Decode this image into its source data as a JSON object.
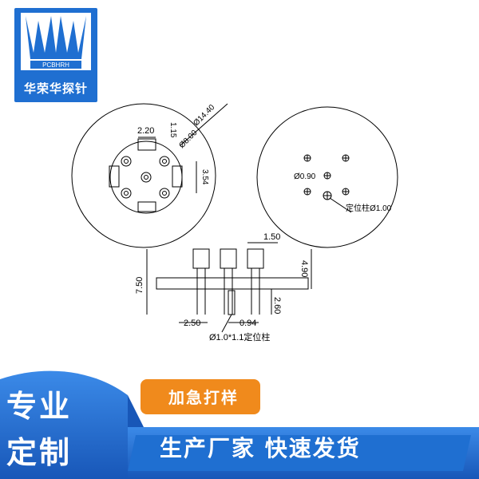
{
  "brand": {
    "logo_caption": "PCBHRH",
    "name": "华荣华探针"
  },
  "drawing": {
    "top_left_dims": [
      "2.20",
      "1.15",
      "Ø14.40",
      "Ø8.00",
      "3.54"
    ],
    "top_right_dims": [
      "Ø0.90",
      "定位柱Ø1.00"
    ],
    "side_dims": [
      "1.50",
      "4.90",
      "7.50",
      "2.60",
      "2.50",
      "0.94",
      "Ø1.0*1.1定位柱"
    ]
  },
  "banner": {
    "pill": "加急打样",
    "left_line1": "专业",
    "left_line2": "定制",
    "right_line": "生产厂家 快速发货"
  },
  "colors": {
    "blue": "#1f6fd1",
    "orange": "#f08a1c"
  }
}
